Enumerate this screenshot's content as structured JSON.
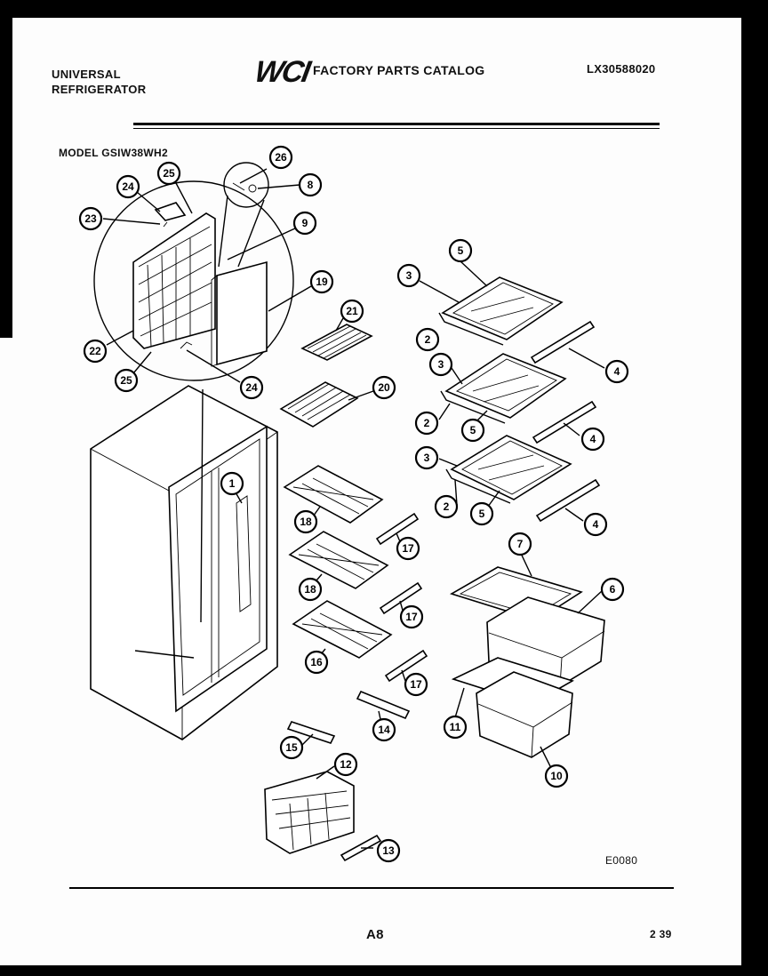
{
  "header": {
    "brand_left_line1": "UNIVERSAL",
    "brand_left_line2": "REFRIGERATOR",
    "logo_text": "WCI",
    "catalog_title": "FACTORY PARTS CATALOG",
    "catalog_number": "LX30588020"
  },
  "model_label": "MODEL GSIW38WH2",
  "figure_code": "E0080",
  "footer": {
    "page_code": "A8",
    "date_code": "2 39"
  },
  "callouts": [
    "26",
    "8",
    "25",
    "24",
    "23",
    "9",
    "19",
    "22",
    "25",
    "24",
    "21",
    "20",
    "5",
    "3",
    "2",
    "4",
    "3",
    "2",
    "5",
    "4",
    "3",
    "2",
    "5",
    "4",
    "1",
    "18",
    "17",
    "18",
    "17",
    "16",
    "17",
    "14",
    "7",
    "6",
    "11",
    "10",
    "15",
    "12",
    "13"
  ]
}
